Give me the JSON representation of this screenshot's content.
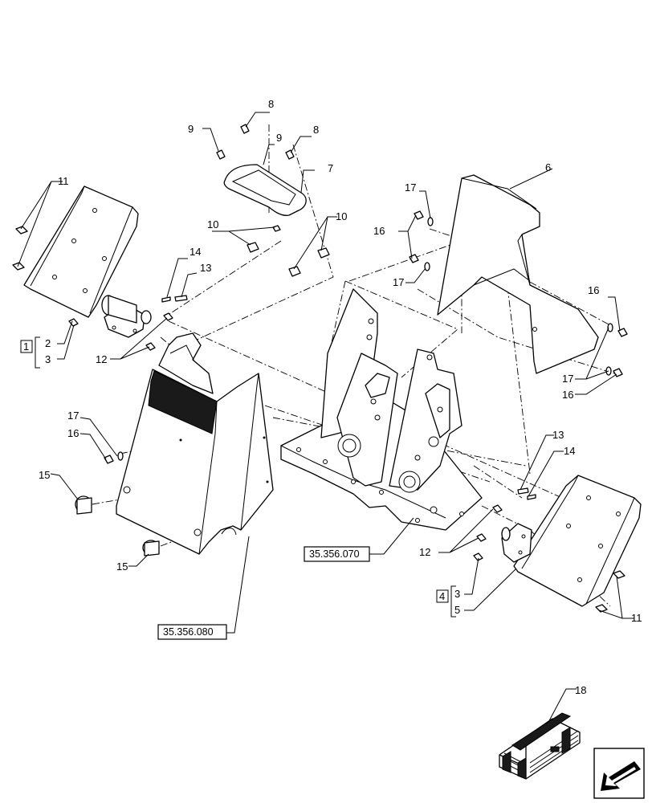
{
  "callouts": {
    "c6": "6",
    "c7": "7",
    "c8a": "8",
    "c8b": "8",
    "c9a": "9",
    "c9b": "9",
    "c10a": "10",
    "c10b": "10",
    "c11a": "11",
    "c11b": "11",
    "c12a": "12",
    "c12b": "12",
    "c13a": "13",
    "c13b": "13",
    "c14a": "14",
    "c14b": "14",
    "c15a": "15",
    "c15b": "15",
    "c16a": "16",
    "c16b": "16",
    "c16c": "16",
    "c16d": "16",
    "c17a": "17",
    "c17b": "17",
    "c17c": "17",
    "c17d": "17",
    "c18": "18"
  },
  "groups": {
    "left": {
      "box": "1",
      "items": [
        "2",
        "3"
      ]
    },
    "right": {
      "box": "4",
      "items": [
        "3",
        "5"
      ]
    }
  },
  "references": {
    "ref_a": "35.356.070",
    "ref_b": "35.356.080"
  },
  "icons": {
    "package": "packaging-crate-icon",
    "nav": "navigation-arrow-icon"
  }
}
